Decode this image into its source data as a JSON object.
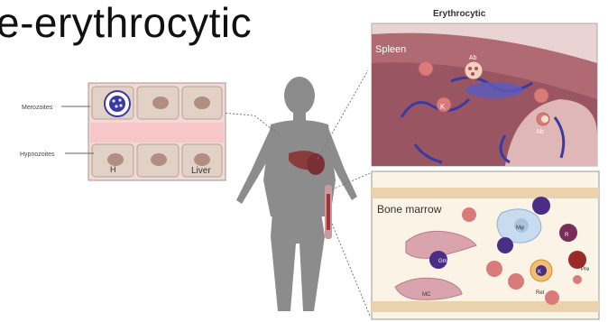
{
  "title": "e-erythrocytic",
  "liver_panel": {
    "label_top": "Merozoites",
    "label_bottom": "Hypnozoites",
    "cell_label_h": "H",
    "cell_label_liver": "Liver"
  },
  "spleen_panel": {
    "header": "Erythrocytic",
    "label": "Spleen",
    "cell_label_ab": "Ab",
    "cell_label_k": "K",
    "cell_label_cells": "Ab"
  },
  "marrow_panel": {
    "label": "Bone marrow",
    "cell_labels": [
      "Mφ",
      "R",
      "Gm",
      "Pre",
      "Ret",
      "K",
      "MC"
    ]
  },
  "colors": {
    "silhouette": "#8c8c8c",
    "spleen_bg": "#b06a73",
    "marrow_bg": "#fbf3e6",
    "rbc": "#d97b7b",
    "parasite": "#3b3aa1"
  }
}
